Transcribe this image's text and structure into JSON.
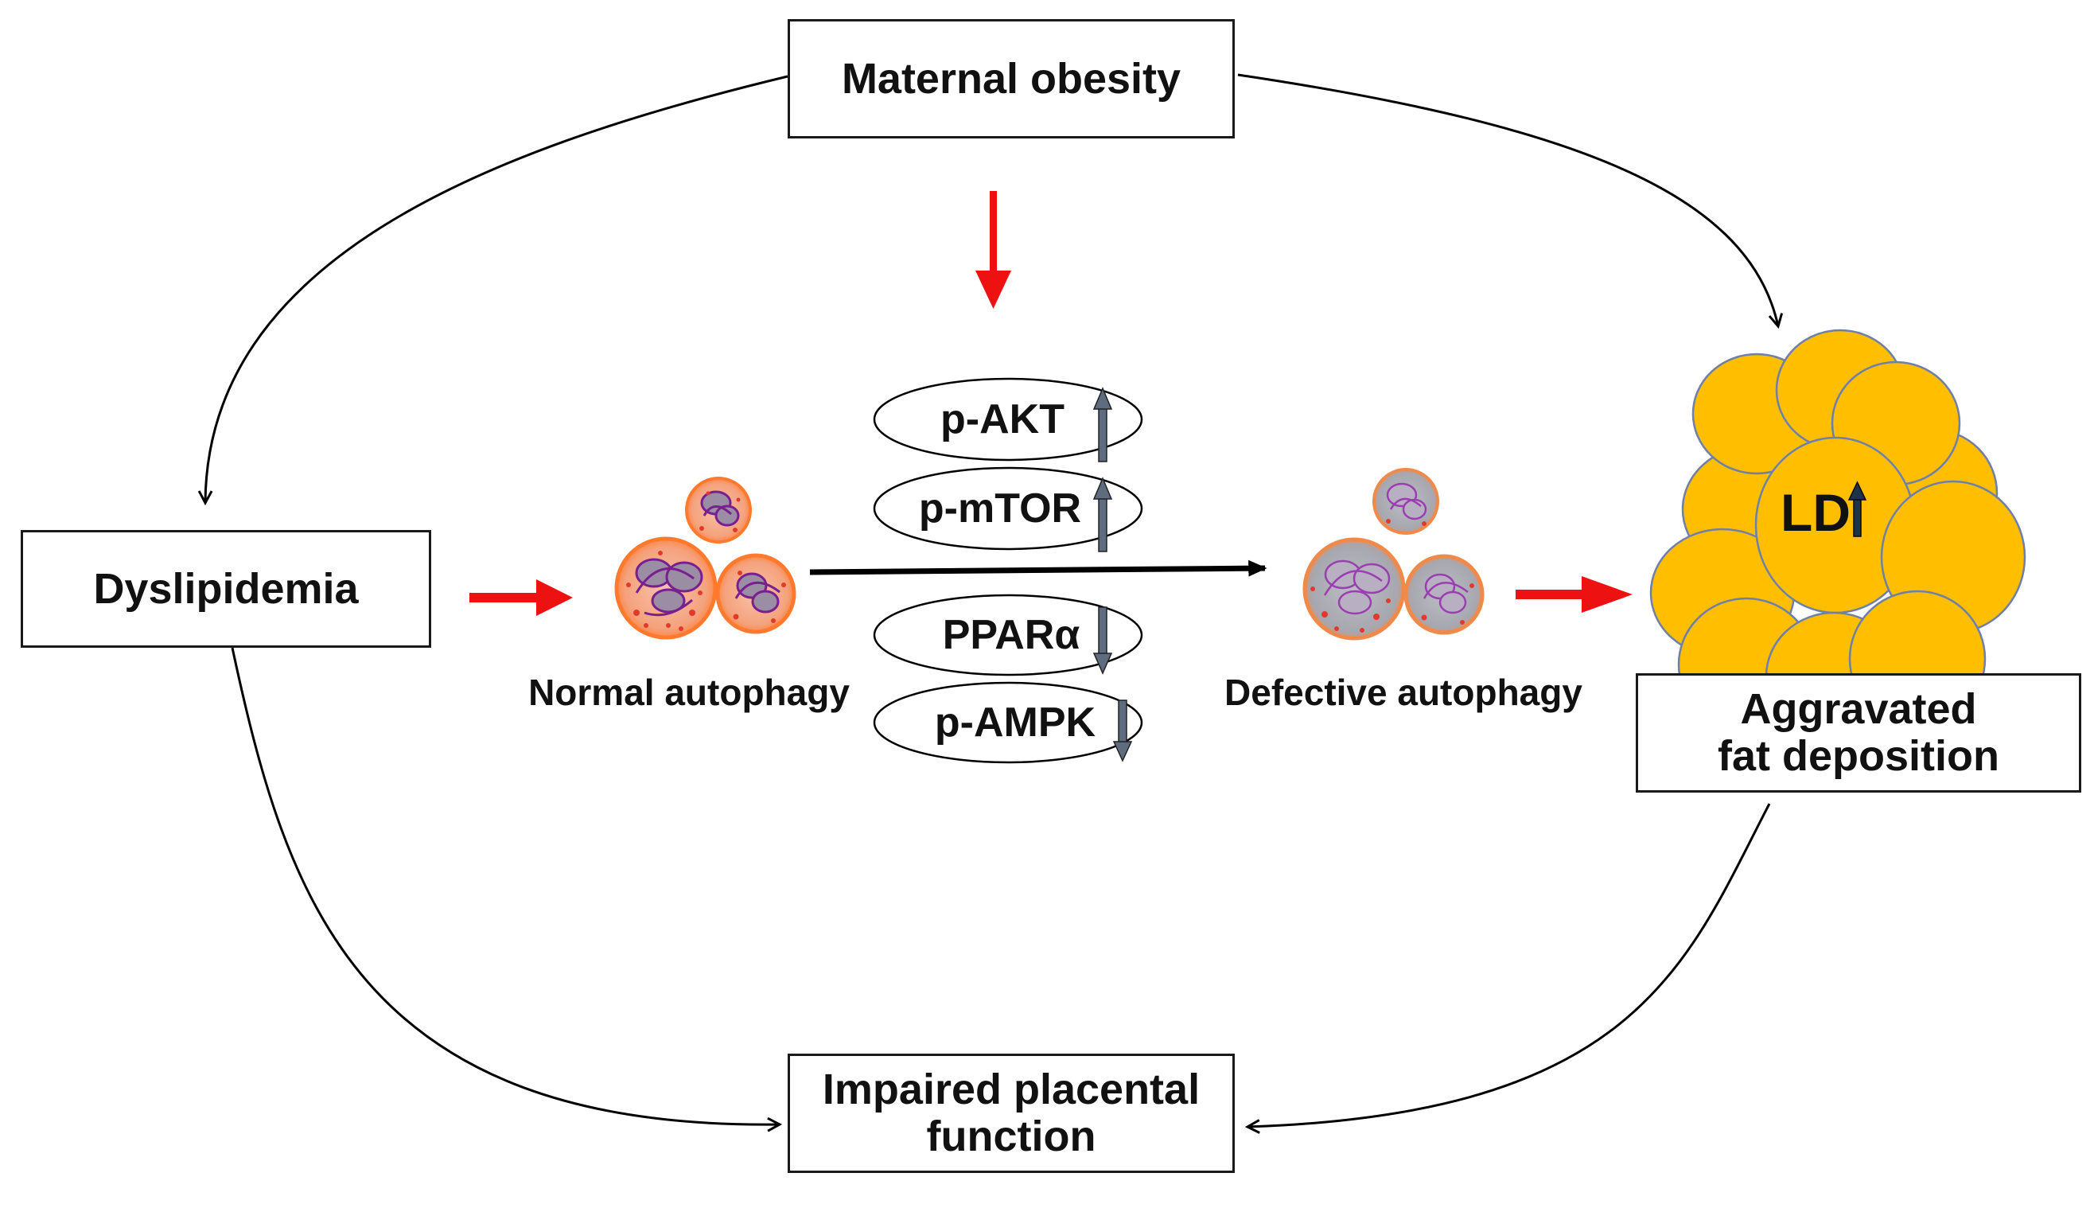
{
  "nodes": {
    "maternal_obesity": "Maternal obesity",
    "dyslipidemia": "Dyslipidemia",
    "aggravated_line1": "Aggravated",
    "aggravated_line2": "fat deposition",
    "impaired_line1": "Impaired placental",
    "impaired_line2": "function",
    "normal_autophagy": "Normal autophagy",
    "defective_autophagy": "Defective autophagy",
    "ld": "LD"
  },
  "markers": [
    {
      "label": "p-AKT",
      "direction": "up"
    },
    {
      "label": "p-mTOR",
      "direction": "up"
    },
    {
      "label": "PPARα",
      "direction": "down"
    },
    {
      "label": "p-AMPK",
      "direction": "down"
    }
  ],
  "colors": {
    "red_arrow": "#ee1111",
    "black_arrow": "#000000",
    "lipid_droplet": "#ffbf00",
    "lipid_outline": "#6f7fa7",
    "cell_orange": "#ff8c3c",
    "cell_purple": "#7a1f8f",
    "cell_gray": "#a9a9b2",
    "marker_arrow": "#5e6c80"
  }
}
